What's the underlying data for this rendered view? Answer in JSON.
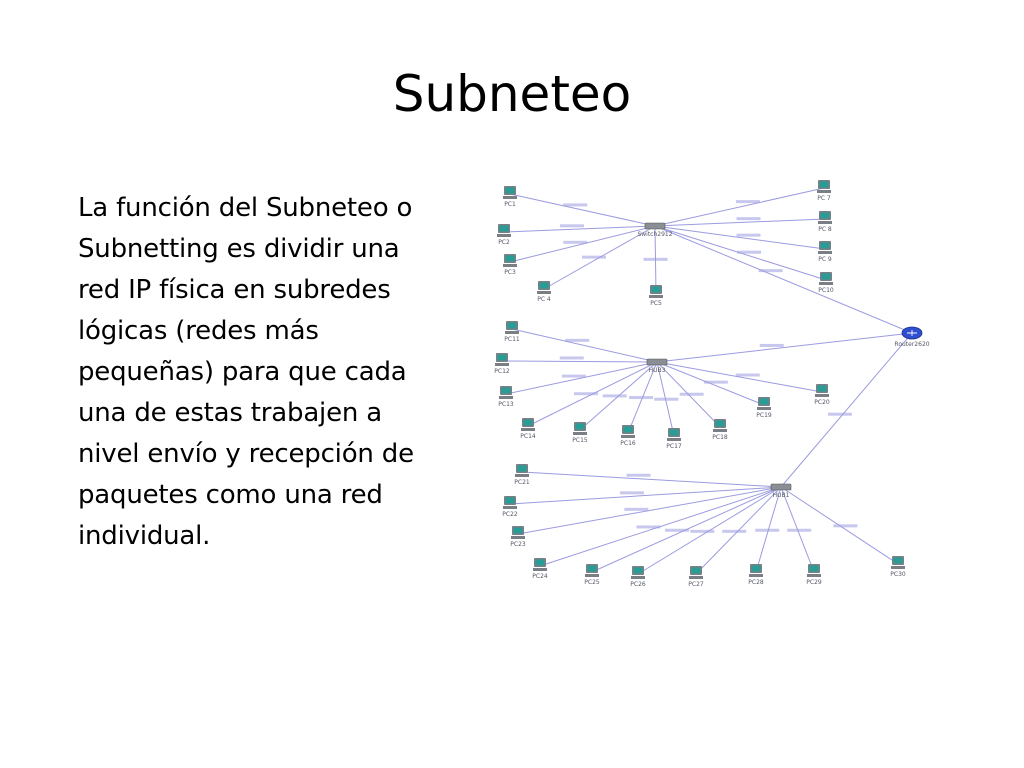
{
  "slide": {
    "title": "Subneteo",
    "body": "La función del Subneteo o\nSubnetting es dividir una\nred IP física en subredes\nlógicas (redes más\npequeñas) para que cada\nuna de estas trabajen a\nnivel envío y recepción de\npaquetes como una red\nindividual."
  },
  "diagram": {
    "colors": {
      "link": "#9b9be0",
      "pc_screen": "#2a9c96",
      "pc_body": "#7a7f86",
      "switch": "#8a8f96",
      "router": "#2f4fd0",
      "label": "#555566"
    },
    "router": {
      "id": "router",
      "label": "Router2620"
    },
    "switches": [
      {
        "id": "sw1",
        "label": "Switch2912"
      },
      {
        "id": "sw2",
        "label": "HUB3"
      },
      {
        "id": "sw3",
        "label": "HUB1"
      }
    ],
    "pcs": [
      {
        "id": "pc1",
        "label": "PC1",
        "switch": "sw1"
      },
      {
        "id": "pc2",
        "label": "PC2",
        "switch": "sw1"
      },
      {
        "id": "pc3",
        "label": "PC3",
        "switch": "sw1"
      },
      {
        "id": "pc4",
        "label": "PC 4",
        "switch": "sw1"
      },
      {
        "id": "pc5",
        "label": "PC5",
        "switch": "sw1"
      },
      {
        "id": "pc7",
        "label": "PC 7",
        "switch": "sw1"
      },
      {
        "id": "pc8",
        "label": "PC 8",
        "switch": "sw1"
      },
      {
        "id": "pc9",
        "label": "PC 9",
        "switch": "sw1"
      },
      {
        "id": "pc10",
        "label": "PC10",
        "switch": "sw1"
      },
      {
        "id": "pc11",
        "label": "PC11",
        "switch": "sw2"
      },
      {
        "id": "pc12",
        "label": "PC12",
        "switch": "sw2"
      },
      {
        "id": "pc13",
        "label": "PC13",
        "switch": "sw2"
      },
      {
        "id": "pc14",
        "label": "PC14",
        "switch": "sw2"
      },
      {
        "id": "pc15",
        "label": "PC15",
        "switch": "sw2"
      },
      {
        "id": "pc16",
        "label": "PC16",
        "switch": "sw2"
      },
      {
        "id": "pc17",
        "label": "PC17",
        "switch": "sw2"
      },
      {
        "id": "pc18",
        "label": "PC18",
        "switch": "sw2"
      },
      {
        "id": "pc19",
        "label": "PC19",
        "switch": "sw2"
      },
      {
        "id": "pc20",
        "label": "PC20",
        "switch": "sw2"
      },
      {
        "id": "pc21",
        "label": "PC21",
        "switch": "sw3"
      },
      {
        "id": "pc22",
        "label": "PC22",
        "switch": "sw3"
      },
      {
        "id": "pc23",
        "label": "PC23",
        "switch": "sw3"
      },
      {
        "id": "pc24",
        "label": "PC24",
        "switch": "sw3"
      },
      {
        "id": "pc25",
        "label": "PC25",
        "switch": "sw3"
      },
      {
        "id": "pc26",
        "label": "PC26",
        "switch": "sw3"
      },
      {
        "id": "pc27",
        "label": "PC27",
        "switch": "sw3"
      },
      {
        "id": "pc28",
        "label": "PC28",
        "switch": "sw3"
      },
      {
        "id": "pc29",
        "label": "PC29",
        "switch": "sw3"
      },
      {
        "id": "pc30",
        "label": "PC30",
        "switch": "sw3"
      }
    ]
  }
}
